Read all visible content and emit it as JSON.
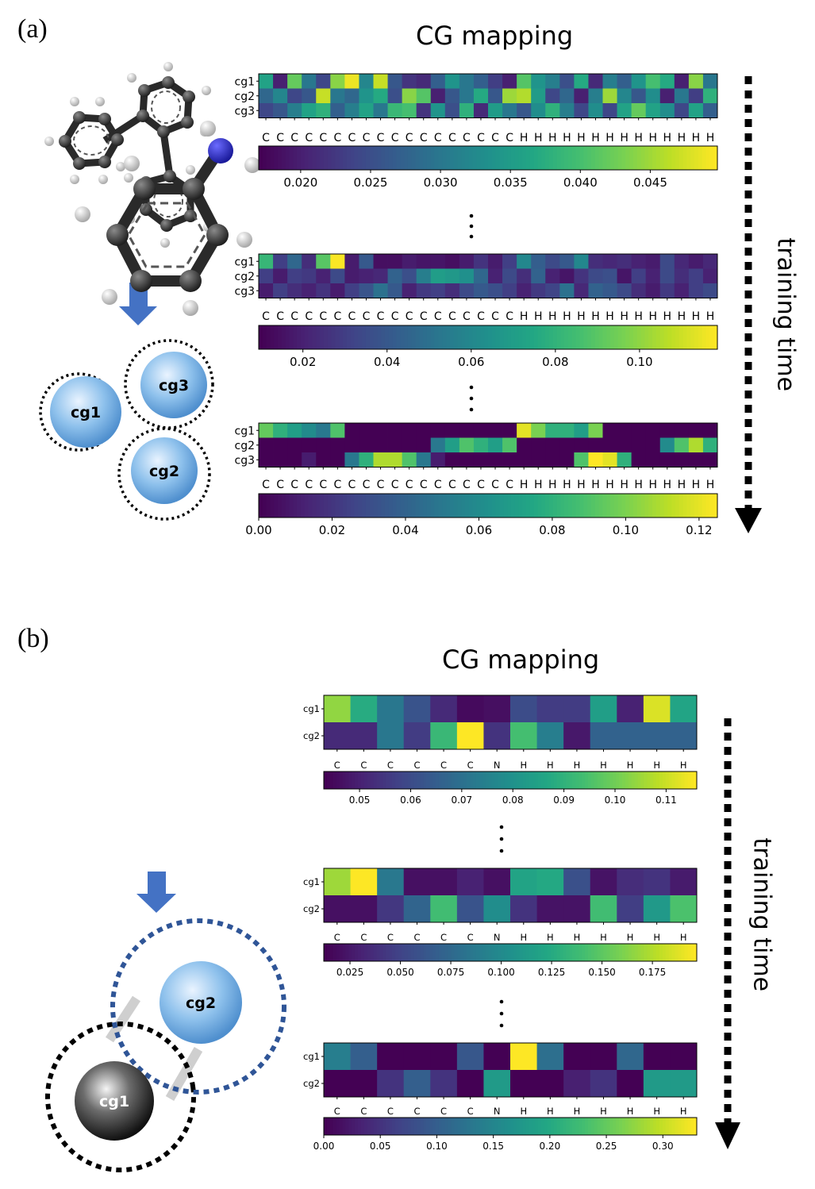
{
  "panels": [
    {
      "id": "a",
      "label": "(a)",
      "title": "CG mapping",
      "side_label": "training time",
      "beads": [
        "cg1",
        "cg3",
        "cg2"
      ],
      "rows": [
        "cg1",
        "cg2",
        "cg3"
      ],
      "atoms": [
        "C",
        "C",
        "C",
        "C",
        "C",
        "C",
        "C",
        "C",
        "C",
        "C",
        "C",
        "C",
        "C",
        "C",
        "C",
        "C",
        "C",
        "C",
        "H",
        "H",
        "H",
        "H",
        "H",
        "H",
        "H",
        "H",
        "H",
        "H",
        "H",
        "H",
        "H",
        "H"
      ],
      "stages": [
        {
          "colorbar": {
            "min": 0.017,
            "max": 0.0498,
            "ticks": [
              "0.020",
              "0.025",
              "0.030",
              "0.035",
              "0.040",
              "0.045"
            ],
            "tick_values": [
              0.02,
              0.025,
              0.03,
              0.035,
              0.04,
              0.045
            ]
          },
          "values": [
            [
              0.036,
              0.02,
              0.042,
              0.03,
              0.024,
              0.044,
              0.049,
              0.032,
              0.047,
              0.026,
              0.022,
              0.021,
              0.027,
              0.034,
              0.03,
              0.027,
              0.023,
              0.02,
              0.041,
              0.034,
              0.031,
              0.025,
              0.037,
              0.021,
              0.031,
              0.027,
              0.034,
              0.04,
              0.037,
              0.02,
              0.044,
              0.03,
              0.023,
              0.044
            ],
            [
              0.028,
              0.032,
              0.024,
              0.026,
              0.047,
              0.03,
              0.028,
              0.034,
              0.037,
              0.025,
              0.044,
              0.041,
              0.02,
              0.026,
              0.03,
              0.037,
              0.026,
              0.045,
              0.046,
              0.035,
              0.024,
              0.028,
              0.02,
              0.031,
              0.045,
              0.032,
              0.026,
              0.033,
              0.02,
              0.03,
              0.023,
              0.038,
              0.031,
              0.022
            ],
            [
              0.024,
              0.026,
              0.031,
              0.036,
              0.038,
              0.027,
              0.031,
              0.036,
              0.03,
              0.039,
              0.04,
              0.022,
              0.034,
              0.025,
              0.038,
              0.021,
              0.035,
              0.03,
              0.026,
              0.033,
              0.038,
              0.031,
              0.024,
              0.033,
              0.024,
              0.036,
              0.042,
              0.036,
              0.033,
              0.024,
              0.036,
              0.027,
              0.032,
              0.03
            ]
          ]
        },
        {
          "colorbar": {
            "min": 0.0095,
            "max": 0.1185,
            "ticks": [
              "0.02",
              "0.04",
              "0.06",
              "0.08",
              "0.10"
            ],
            "tick_values": [
              0.02,
              0.04,
              0.06,
              0.08,
              0.1
            ]
          },
          "values": [
            [
              0.082,
              0.03,
              0.046,
              0.024,
              0.09,
              0.118,
              0.018,
              0.04,
              0.014,
              0.014,
              0.018,
              0.016,
              0.016,
              0.014,
              0.018,
              0.026,
              0.018,
              0.03,
              0.06,
              0.042,
              0.034,
              0.04,
              0.06,
              0.024,
              0.022,
              0.024,
              0.02,
              0.018,
              0.034,
              0.022,
              0.018,
              0.022
            ],
            [
              0.03,
              0.018,
              0.03,
              0.028,
              0.02,
              0.034,
              0.018,
              0.02,
              0.022,
              0.044,
              0.036,
              0.056,
              0.07,
              0.068,
              0.064,
              0.046,
              0.02,
              0.034,
              0.024,
              0.044,
              0.02,
              0.016,
              0.026,
              0.034,
              0.036,
              0.016,
              0.03,
              0.02,
              0.034,
              0.024,
              0.03,
              0.02
            ],
            [
              0.018,
              0.03,
              0.024,
              0.02,
              0.026,
              0.018,
              0.03,
              0.038,
              0.05,
              0.04,
              0.02,
              0.028,
              0.03,
              0.024,
              0.034,
              0.04,
              0.036,
              0.03,
              0.02,
              0.028,
              0.032,
              0.05,
              0.022,
              0.044,
              0.04,
              0.034,
              0.024,
              0.018,
              0.028,
              0.02,
              0.03,
              0.034
            ]
          ]
        },
        {
          "colorbar": {
            "min": 0.0,
            "max": 0.125,
            "ticks": [
              "0.00",
              "0.02",
              "0.04",
              "0.06",
              "0.08",
              "0.10",
              "0.12"
            ],
            "tick_values": [
              0.0,
              0.02,
              0.04,
              0.06,
              0.08,
              0.1,
              0.12
            ]
          },
          "values": [
            [
              0.095,
              0.08,
              0.07,
              0.06,
              0.05,
              0.09,
              0.0,
              0.0,
              0.0,
              0.0,
              0.0,
              0.0,
              0.0,
              0.0,
              0.0,
              0.0,
              0.0,
              0.0,
              0.12,
              0.1,
              0.08,
              0.08,
              0.07,
              0.1,
              0.0,
              0.0,
              0.0,
              0.0,
              0.0,
              0.0,
              0.0,
              0.0
            ],
            [
              0.0,
              0.0,
              0.0,
              0.0,
              0.0,
              0.0,
              0.0,
              0.0,
              0.0,
              0.0,
              0.0,
              0.0,
              0.05,
              0.07,
              0.09,
              0.08,
              0.07,
              0.09,
              0.0,
              0.0,
              0.0,
              0.0,
              0.0,
              0.0,
              0.0,
              0.0,
              0.0,
              0.0,
              0.06,
              0.09,
              0.11,
              0.08
            ],
            [
              0.0,
              0.0,
              0.0,
              0.01,
              0.0,
              0.0,
              0.05,
              0.08,
              0.11,
              0.11,
              0.09,
              0.05,
              0.01,
              0.0,
              0.0,
              0.0,
              0.0,
              0.0,
              0.0,
              0.0,
              0.0,
              0.0,
              0.09,
              0.125,
              0.12,
              0.08,
              0.0,
              0.0,
              0.0,
              0.0,
              0.0,
              0.0
            ]
          ]
        }
      ]
    },
    {
      "id": "b",
      "label": "(b)",
      "title": "CG mapping",
      "side_label": "training time",
      "beads": [
        "cg2",
        "cg1"
      ],
      "rows": [
        "cg1",
        "cg2"
      ],
      "atoms": [
        "C",
        "C",
        "C",
        "C",
        "C",
        "C",
        "N",
        "H",
        "H",
        "H",
        "H",
        "H",
        "H",
        "H"
      ],
      "stages": [
        {
          "colorbar": {
            "min": 0.043,
            "max": 0.116,
            "ticks": [
              "0.05",
              "0.06",
              "0.07",
              "0.08",
              "0.09",
              "0.10",
              "0.11"
            ],
            "tick_values": [
              0.05,
              0.06,
              0.07,
              0.08,
              0.09,
              0.1,
              0.11
            ]
          },
          "values": [
            [
              0.104,
              0.088,
              0.072,
              0.062,
              0.052,
              0.045,
              0.046,
              0.06,
              0.056,
              0.056,
              0.084,
              0.05,
              0.112,
              0.086
            ],
            [
              0.052,
              0.052,
              0.072,
              0.056,
              0.092,
              0.116,
              0.054,
              0.094,
              0.074,
              0.048,
              0.066,
              0.066,
              0.066,
              0.066
            ]
          ]
        },
        {
          "colorbar": {
            "min": 0.012,
            "max": 0.197,
            "ticks": [
              "0.025",
              "0.050",
              "0.075",
              "0.100",
              "0.125",
              "0.150",
              "0.175"
            ],
            "tick_values": [
              0.025,
              0.05,
              0.075,
              0.1,
              0.125,
              0.15,
              0.175
            ]
          },
          "values": [
            [
              0.17,
              0.197,
              0.086,
              0.02,
              0.02,
              0.03,
              0.02,
              0.12,
              0.124,
              0.058,
              0.022,
              0.036,
              0.04,
              0.026
            ],
            [
              0.02,
              0.02,
              0.042,
              0.072,
              0.14,
              0.06,
              0.102,
              0.04,
              0.022,
              0.022,
              0.14,
              0.046,
              0.112,
              0.144
            ]
          ]
        },
        {
          "colorbar": {
            "min": 0.0,
            "max": 0.33,
            "ticks": [
              "0.00",
              "0.05",
              "0.10",
              "0.15",
              "0.20",
              "0.25",
              "0.30"
            ],
            "tick_values": [
              0.0,
              0.05,
              0.1,
              0.15,
              0.2,
              0.25,
              0.3
            ]
          },
          "values": [
            [
              0.14,
              0.1,
              0.0,
              0.0,
              0.0,
              0.09,
              0.0,
              0.33,
              0.12,
              0.0,
              0.0,
              0.11,
              0.0,
              0.0
            ],
            [
              0.0,
              0.0,
              0.05,
              0.1,
              0.05,
              0.0,
              0.18,
              0.0,
              0.0,
              0.03,
              0.05,
              0.0,
              0.18,
              0.18
            ]
          ]
        }
      ]
    }
  ]
}
